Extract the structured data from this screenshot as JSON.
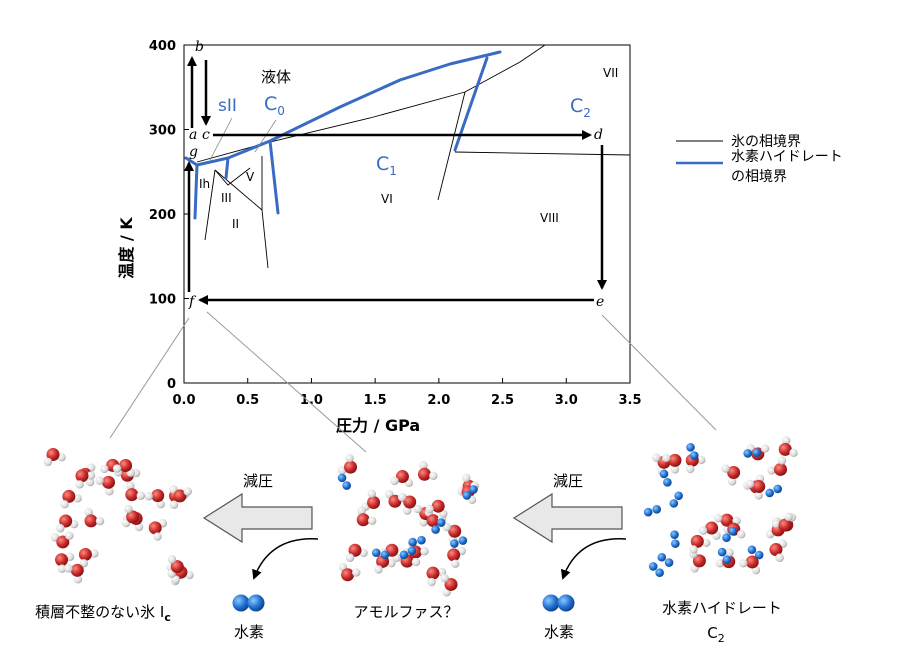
{
  "axes": {
    "xlabel": "圧力 / GPa",
    "ylabel": "温度 / K",
    "xlim": [
      0,
      3.5
    ],
    "ylim": [
      0,
      400
    ],
    "xticks": [
      "0.0",
      "0.5",
      "1.0",
      "1.5",
      "2.0",
      "2.5",
      "3.0",
      "3.5"
    ],
    "yticks": [
      "0",
      "100",
      "200",
      "300",
      "400"
    ]
  },
  "labels": {
    "liquid": "液体",
    "sII": "sII",
    "C0": "C",
    "C0_sub": "0",
    "C1": "C",
    "C1_sub": "1",
    "C2": "C",
    "C2_sub": "2",
    "Ih": "Ih",
    "III": "III",
    "V": "V",
    "II": "II",
    "VI": "VI",
    "VII": "VII",
    "VIII": "VIII"
  },
  "points": {
    "a": "a",
    "b": "b",
    "c": "c",
    "d": "d",
    "e": "e",
    "f": "f",
    "g": "g"
  },
  "legend": {
    "ice_boundary": "氷の相境界",
    "hydrate_boundary_line1": "水素ハイドレート",
    "hydrate_boundary_line2": "の相境界"
  },
  "bottom": {
    "decompress1": "減圧",
    "decompress2": "減圧",
    "ice_label": "積層不整のない氷 I",
    "ice_sub": "c",
    "amorphous_label": "アモルファス？",
    "hydrate_label1": "水素ハイドレート",
    "hydrate_label2": "C",
    "hydrate_sub": "2",
    "hydrogen1": "水素",
    "hydrogen2": "水素"
  },
  "colors": {
    "hydrate_line": "#3a6bc4",
    "oxygen": "#c62828",
    "hydrogen_atom": "#e6e6e6",
    "h2_molecule": "#1f6fd1",
    "arrow_fill": "#e8e8e8"
  },
  "chart_data": {
    "type": "line",
    "xlabel": "圧力 / GPa",
    "ylabel": "温度 / K",
    "xlim": [
      0,
      3.5
    ],
    "ylim": [
      0,
      400
    ],
    "series": [
      {
        "name": "氷の相境界",
        "x": [
          0.0,
          2.0,
          2.75
        ],
        "y": [
          262,
          353,
          400
        ]
      },
      {
        "name": "水素ハイドレートの相境界",
        "x": [
          0.05,
          0.1,
          0.35,
          0.5,
          0.7,
          1.2,
          1.8,
          2.5
        ],
        "y": [
          268,
          262,
          272,
          282,
          295,
          335,
          370,
          400
        ]
      }
    ]
  }
}
